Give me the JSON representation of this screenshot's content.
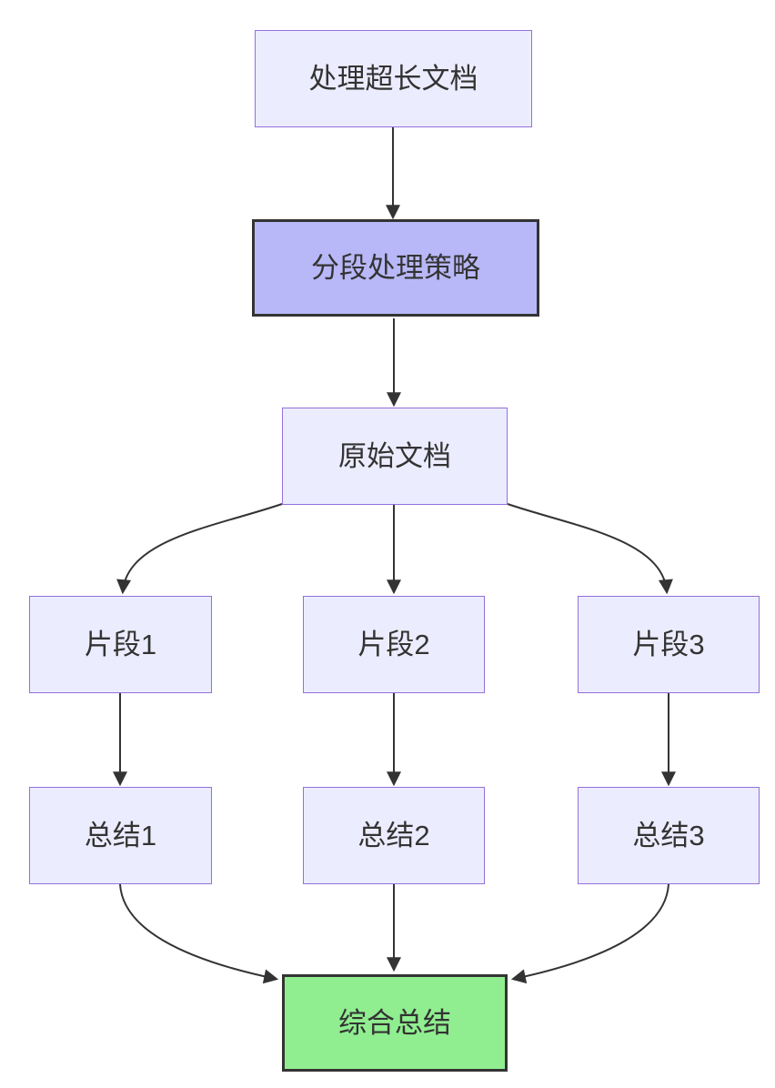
{
  "diagram": {
    "type": "flowchart",
    "direction": "top-down",
    "colors": {
      "background": "#ffffff",
      "node_fill": "#ECECFF",
      "node_border": "#9370DB",
      "accent_fill": "#B8B8F8",
      "accent_border": "#333333",
      "success_fill": "#90EE90",
      "success_border": "#333333",
      "edge": "#333333",
      "text": "#333333"
    },
    "nodes": [
      {
        "id": "process",
        "label": "处理超长文档",
        "variant": "default"
      },
      {
        "id": "strategy",
        "label": "分段处理策略",
        "variant": "accent"
      },
      {
        "id": "original",
        "label": "原始文档",
        "variant": "default"
      },
      {
        "id": "fragment1",
        "label": "片段1",
        "variant": "default"
      },
      {
        "id": "fragment2",
        "label": "片段2",
        "variant": "default"
      },
      {
        "id": "fragment3",
        "label": "片段3",
        "variant": "default"
      },
      {
        "id": "summary1",
        "label": "总结1",
        "variant": "default"
      },
      {
        "id": "summary2",
        "label": "总结2",
        "variant": "default"
      },
      {
        "id": "summary3",
        "label": "总结3",
        "variant": "default"
      },
      {
        "id": "combined",
        "label": "综合总结",
        "variant": "success"
      }
    ],
    "edges": [
      {
        "from": "process",
        "to": "strategy"
      },
      {
        "from": "strategy",
        "to": "original"
      },
      {
        "from": "original",
        "to": "fragment1"
      },
      {
        "from": "original",
        "to": "fragment2"
      },
      {
        "from": "original",
        "to": "fragment3"
      },
      {
        "from": "fragment1",
        "to": "summary1"
      },
      {
        "from": "fragment2",
        "to": "summary2"
      },
      {
        "from": "fragment3",
        "to": "summary3"
      },
      {
        "from": "summary1",
        "to": "combined"
      },
      {
        "from": "summary2",
        "to": "combined"
      },
      {
        "from": "summary3",
        "to": "combined"
      }
    ]
  }
}
